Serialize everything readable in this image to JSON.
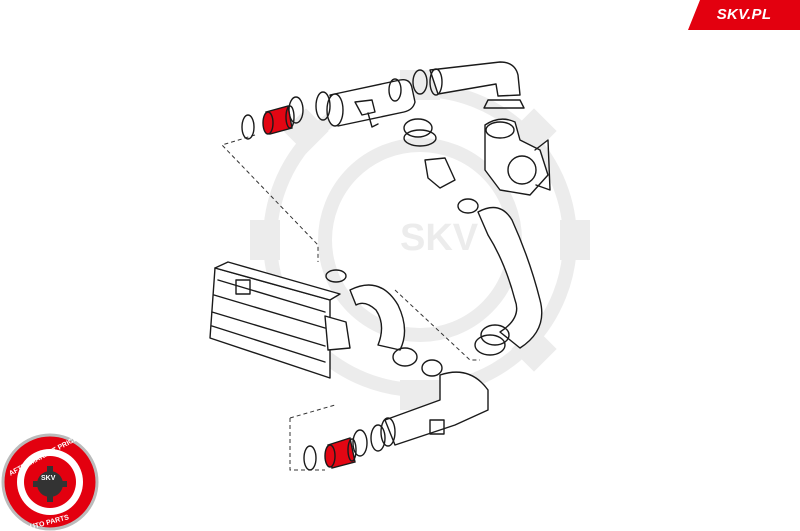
{
  "brand": {
    "name": "SKV.PL",
    "watermark": "SKV"
  },
  "seal": {
    "ring_text": "AFTERMARKET PRICE · OE QUALITY ·",
    "center_text": "SKV",
    "bottom_text": "AUTO PARTS"
  },
  "colors": {
    "brand_red": "#e3000f",
    "highlight_red": "#e30613",
    "line": "#1a1a1a",
    "watermark": "#ececec"
  }
}
